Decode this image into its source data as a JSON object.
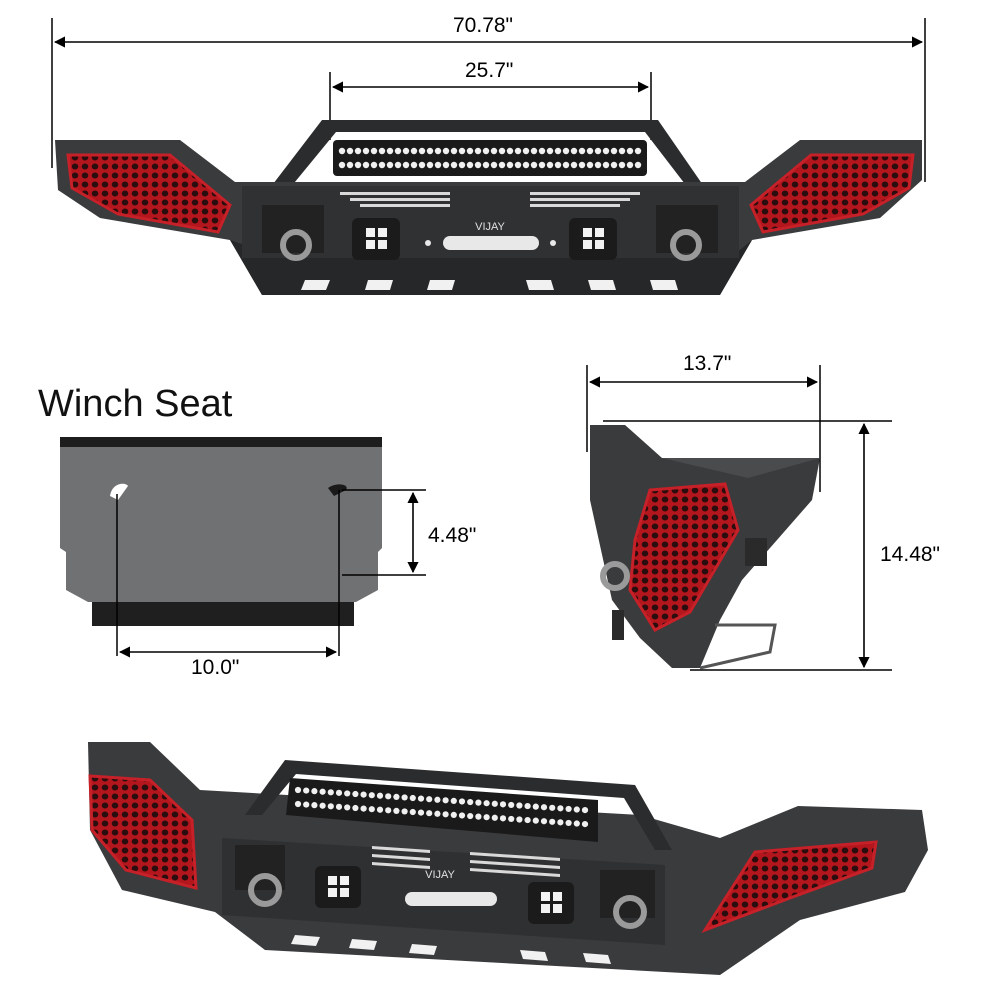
{
  "dimensions": {
    "overall_width": "70.78\"",
    "light_bar_width": "25.7\"",
    "winch_hole_height": "4.48\"",
    "winch_hole_spacing": "10.0\"",
    "side_depth": "13.7\"",
    "side_height": "14.48\""
  },
  "winch_seat": {
    "title": "Winch Seat"
  },
  "brand": {
    "logo_text": "VIJAY"
  },
  "colors": {
    "bumper_body": "#3a3b3d",
    "bumper_dark": "#1f2022",
    "mesh_red": "#b3161c",
    "plate_grey": "#6f7072",
    "dimension_line": "#000000"
  }
}
